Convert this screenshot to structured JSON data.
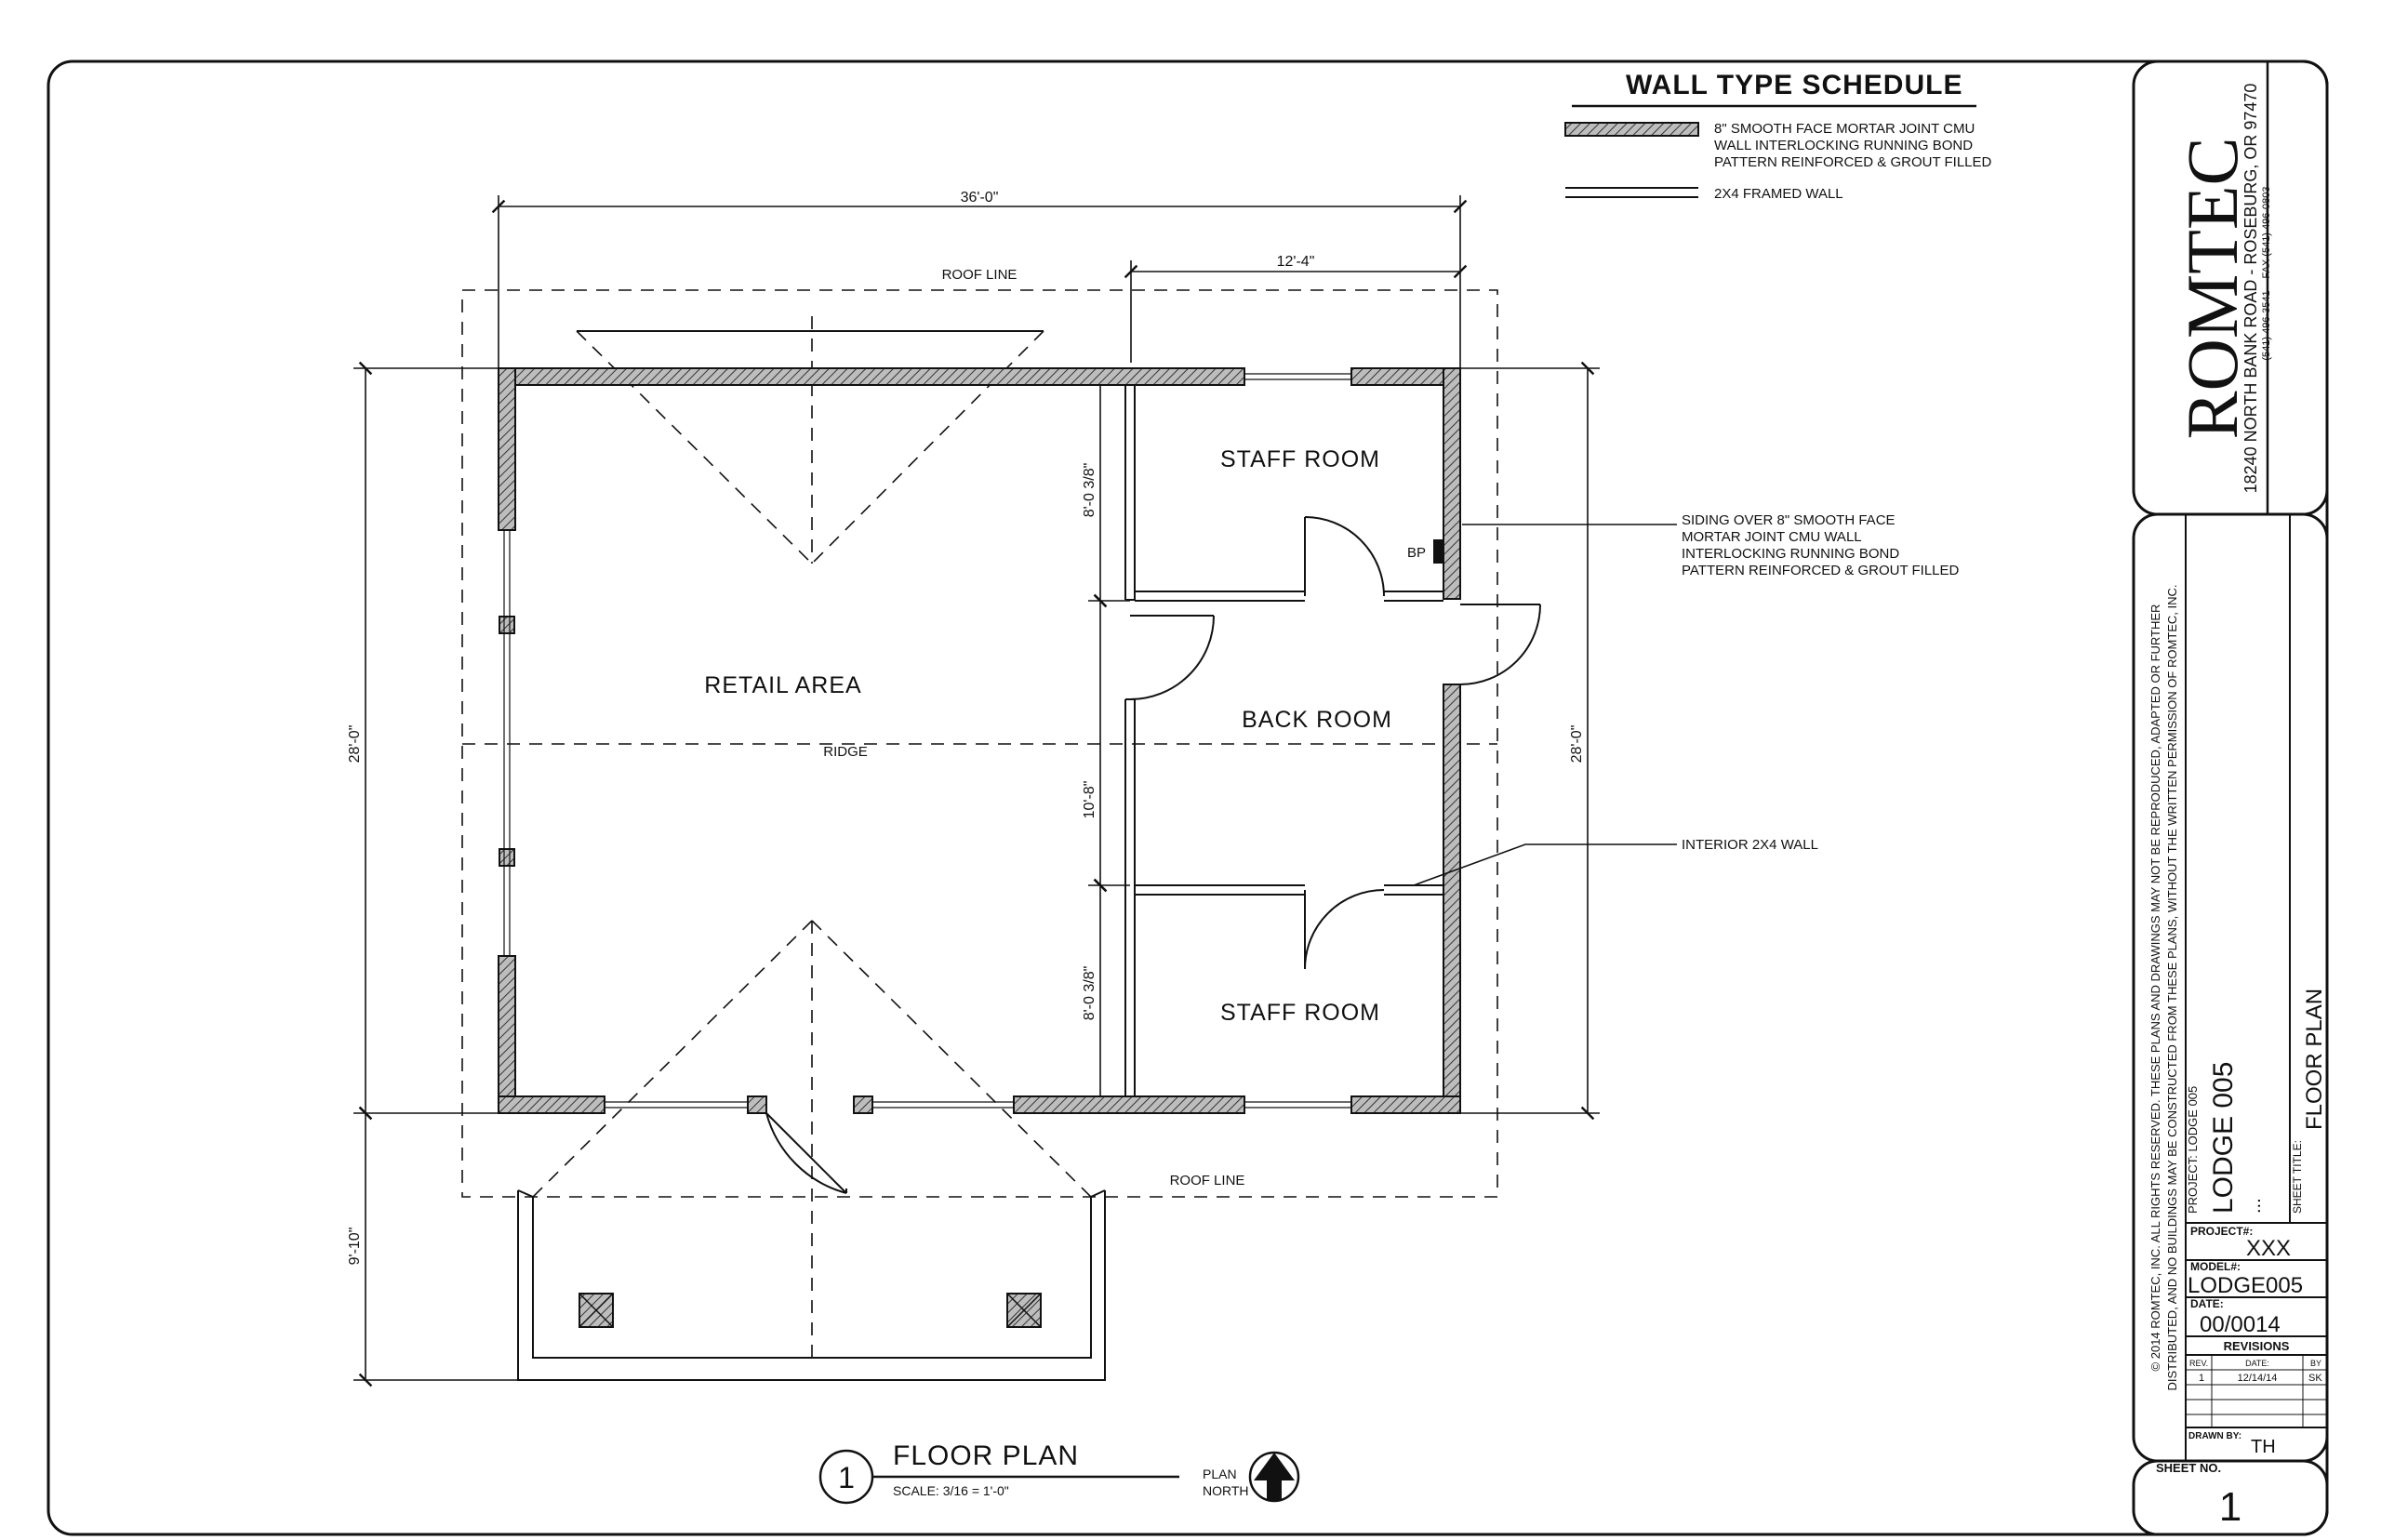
{
  "wall_schedule": {
    "title": "WALL TYPE SCHEDULE",
    "cmu_line1": "8\" SMOOTH FACE MORTAR JOINT CMU",
    "cmu_line2": "WALL INTERLOCKING RUNNING BOND",
    "cmu_line3": "PATTERN REINFORCED & GROUT FILLED",
    "framed": "2X4 FRAMED WALL"
  },
  "dimensions": {
    "overall_width": "36'-0\"",
    "right_width": "12'-4\"",
    "left_height": "28'-0\"",
    "right_height": "28'-0\"",
    "porch_depth": "9'-10\"",
    "staff_top": "8'-0 3/8\"",
    "back_room": "10'-8\"",
    "staff_bottom": "8'-0 3/8\""
  },
  "plan_labels": {
    "roof_line_top": "ROOF LINE",
    "roof_line_bottom": "ROOF LINE",
    "ridge": "RIDGE",
    "retail": "RETAIL AREA",
    "staff_room_top": "STAFF ROOM",
    "back_room": "BACK ROOM",
    "staff_room_bottom": "STAFF ROOM",
    "bp": "BP"
  },
  "callouts": {
    "siding_line1": "SIDING OVER 8\" SMOOTH FACE",
    "siding_line2": "MORTAR JOINT CMU WALL",
    "siding_line3": "INTERLOCKING RUNNING BOND",
    "siding_line4": "PATTERN REINFORCED & GROUT FILLED",
    "interior_wall": "INTERIOR 2X4 WALL"
  },
  "drawing_title": {
    "number": "1",
    "title": "FLOOR PLAN",
    "scale": "SCALE: 3/16 = 1'-0\"",
    "north_line1": "PLAN",
    "north_line2": "NORTH"
  },
  "title_block": {
    "company": "ROMTEC",
    "address": "18240 NORTH BANK ROAD - ROSEBURG, OR 97470",
    "phone": "(541) 496-3541",
    "fax": "FAX (541) 496-0803",
    "copyright_line1": "© 2014 ROMTEC, INC. ALL RIGHTS RESERVED. THESE PLANS AND DRAWINGS MAY NOT BE REPRODUCED, ADAPTED OR FURTHER",
    "copyright_line2": "DISTRIBUTED, AND NO BUILDINGS MAY BE CONSTRUCTED FROM THESE PLANS, WITHOUT THE WRITTEN PERMISSION OF ROMTEC, INC.",
    "project_label": "PROJECT: LODGE 005",
    "project_name": "LODGE 005",
    "project_sub": "...",
    "sheet_title_label": "SHEET TITLE:",
    "sheet_title": "FLOOR PLAN",
    "project_no_label": "PROJECT#:",
    "project_no": "XXX",
    "model_label": "MODEL#:",
    "model": "LODGE005",
    "date_label": "DATE:",
    "date": "00/0014",
    "revisions_label": "REVISIONS",
    "rev_col": "REV.",
    "date_col": "DATE:",
    "by_col": "BY",
    "rev_num": "1",
    "rev_date": "12/14/14",
    "rev_by": "SK",
    "drawn_by_label": "DRAWN BY:",
    "drawn_by": "TH",
    "sheet_no_label": "SHEET NO.",
    "sheet_no": "1"
  },
  "colors": {
    "ink": "#111111",
    "hatch": "#5a5a5a",
    "paper": "#ffffff"
  }
}
